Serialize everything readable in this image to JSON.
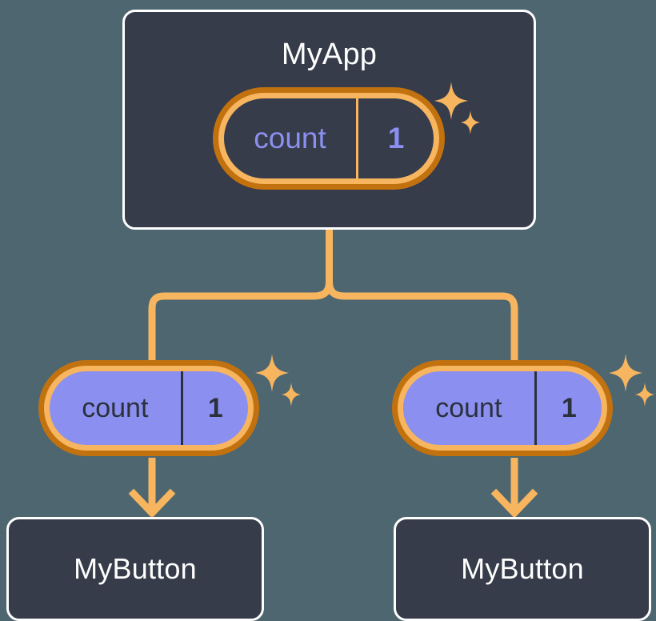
{
  "diagram": {
    "type": "component-state-tree",
    "background_color": "#4d6670",
    "colors": {
      "card_bg": "#363c4a",
      "card_border": "#ffffff",
      "pill_ring_outer": "#c2710f",
      "pill_ring_inner": "#f6b55e",
      "pill_fill_active": "#8b90f0",
      "accent_text": "#8b90f0",
      "connector": "#f6b55e",
      "dark_text": "#2b303c"
    }
  },
  "nodes": {
    "root": {
      "label": "MyApp",
      "state": {
        "key": "count",
        "value": "1"
      }
    },
    "children": [
      {
        "state": {
          "key": "count",
          "value": "1"
        },
        "label": "MyButton"
      },
      {
        "state": {
          "key": "count",
          "value": "1"
        },
        "label": "MyButton"
      }
    ]
  },
  "icons": {
    "sparkle_large": "sparkle-icon",
    "sparkle_small": "sparkle-small-icon",
    "arrow": "arrow-down-icon"
  }
}
